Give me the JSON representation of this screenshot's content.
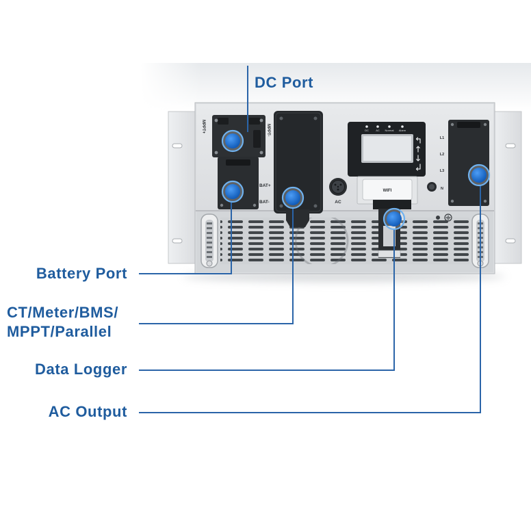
{
  "callouts": {
    "dc_port": "DC Port",
    "battery_port": "Battery Port",
    "ct_meter_line1": "CT/Meter/BMS/",
    "ct_meter_line2": "MPPT/Parallel",
    "data_logger": "Data Logger",
    "ac_output": "AC Output"
  },
  "device": {
    "mppt_pos": "MPPT+",
    "mppt_neg": "MPPT-",
    "bat_pos": "BAT+",
    "bat_neg": "BAT-",
    "ac_connector": "AC",
    "wifi_dongle": "WIFI",
    "indicators": [
      "DC",
      "AC",
      "Normal",
      "Alarm"
    ],
    "ac_terminals": [
      "L1",
      "L2",
      "L3",
      "N"
    ],
    "display_icons": [
      "back-icon",
      "up-arrow-icon",
      "down-arrow-icon",
      "enter-icon"
    ]
  },
  "colors": {
    "callout_text": "#1f5c9e",
    "leader_line": "#2a64a8",
    "marker_light": "#4d9df5",
    "marker_dark": "#0d57b5",
    "marker_ring": "#6fb2f0"
  }
}
